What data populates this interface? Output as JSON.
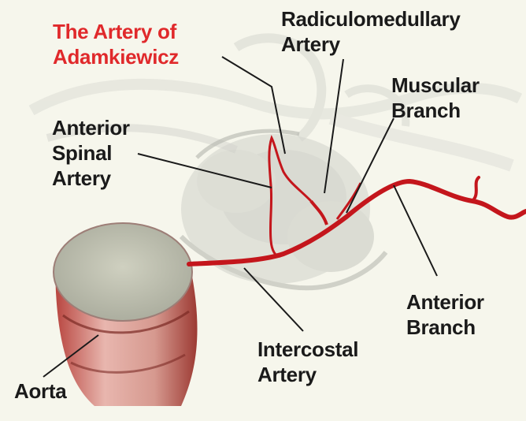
{
  "labels": {
    "adamkiewicz": {
      "line1": "The Artery of",
      "line2": "Adamkiewicz"
    },
    "radiculomedullary": {
      "line1": "Radiculomedullary",
      "line2": "Artery"
    },
    "muscular": {
      "line1": "Muscular",
      "line2": "Branch"
    },
    "anterior_spinal": {
      "line1": "Anterior",
      "line2": "Spinal",
      "line3": "Artery"
    },
    "anterior_branch": {
      "line1": "Anterior",
      "line2": "Branch"
    },
    "intercostal": {
      "line1": "Intercostal",
      "line2": "Artery"
    },
    "aorta": "Aorta"
  },
  "colors": {
    "background": "#f6f6ec",
    "artery": "#c4161c",
    "highlight_label": "#e0292b",
    "label": "#1a1a1a",
    "bone": "#c9cbc6",
    "aorta_cap": "#c7c8b8",
    "aorta_wall": "#d9a29c"
  }
}
